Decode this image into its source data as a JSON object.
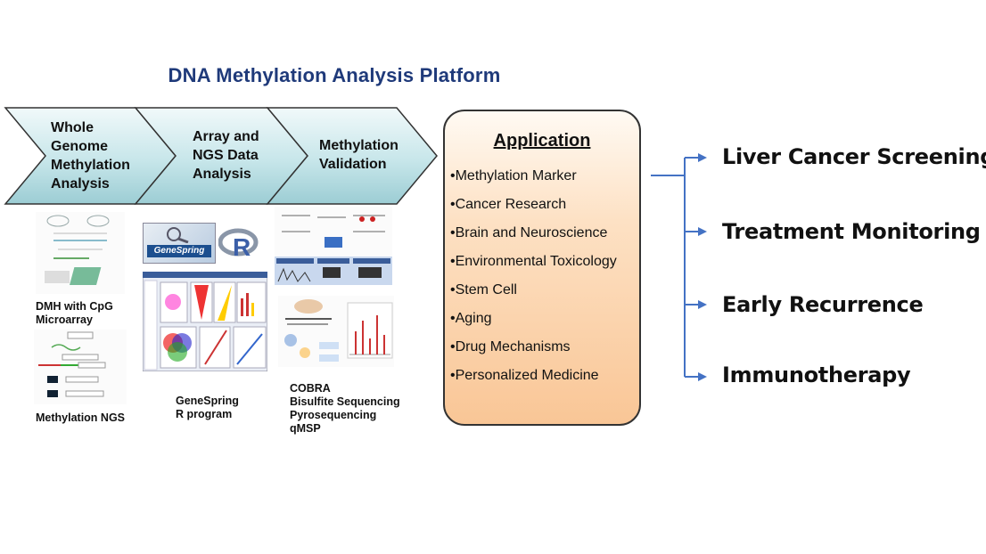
{
  "title": "DNA Methylation Analysis Platform",
  "steps": [
    {
      "label_lines": [
        "Whole",
        "Genome",
        "Methylation",
        "Analysis"
      ]
    },
    {
      "label_lines": [
        "Array and",
        "NGS Data",
        "Analysis"
      ]
    },
    {
      "label_lines": [
        "Methylation",
        "Validation"
      ]
    }
  ],
  "captions": {
    "dmh": [
      "DMH with CpG",
      "Microarray"
    ],
    "ngs": [
      "Methylation NGS"
    ],
    "tools": [
      "GeneSpring",
      "R program"
    ],
    "validation": [
      "COBRA",
      "Bisulfite Sequencing",
      "Pyrosequencing",
      "qMSP"
    ]
  },
  "thumbnail_text": {
    "genespring": "GeneSpring",
    "r_logo": "R"
  },
  "application": {
    "title": "Application",
    "items": [
      "•Methylation Marker",
      "•Cancer Research",
      "•Brain and Neuroscience",
      "•Environmental Toxicology",
      "•Stem Cell",
      "•Aging",
      "•Drug Mechanisms",
      "•Personalized Medicine"
    ]
  },
  "outcomes": [
    "Liver Cancer Screening",
    "Treatment Monitoring",
    "Early Recurrence",
    "Immunotherapy"
  ],
  "colors": {
    "title": "#1f3a7a",
    "chevron_top": "#eef7f8",
    "chevron_bottom": "#9fd0d6",
    "app_box_fill": "#f9c696",
    "connector": "#4472c4"
  }
}
